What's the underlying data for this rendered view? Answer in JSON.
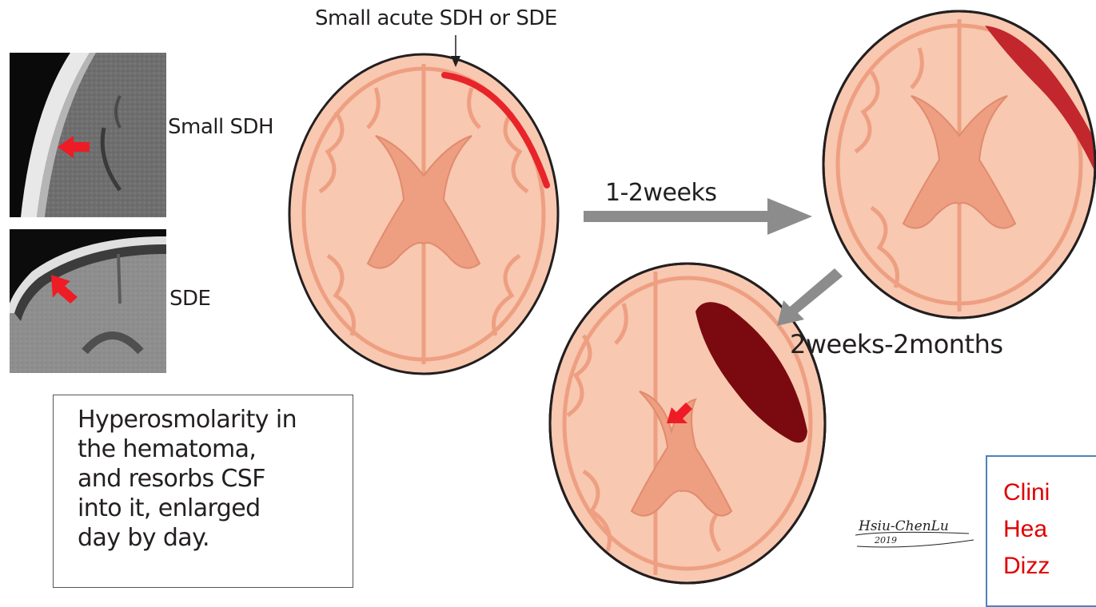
{
  "labels": {
    "top": "Small acute SDH or SDE",
    "small_sdh": "Small SDH",
    "sde": "SDE",
    "interval_1": "1-2weeks",
    "interval_2": "2weeks-2months"
  },
  "note": "Hyperosmolarity in\nthe hematoma,\nand resorbs CSF\ninto  it, enlarged\nday by day.",
  "clinical_box_lines": [
    "Clini",
    "Hea",
    "Dizz"
  ],
  "signature": {
    "name": "Hsiu-ChenLu",
    "year": "2019"
  },
  "colors": {
    "brain_fill": "#f8c8b0",
    "ventricle_fill": "#ee9f82",
    "acute_blood": "#e8242b",
    "subacute_blood": "#c1272d",
    "chronic_blood": "#7a0a10",
    "arrow_gray": "#8c8c8c",
    "ct_arrow": "#ee1c25",
    "clinical_text": "#e00000",
    "clinical_border": "#4f81bd"
  }
}
